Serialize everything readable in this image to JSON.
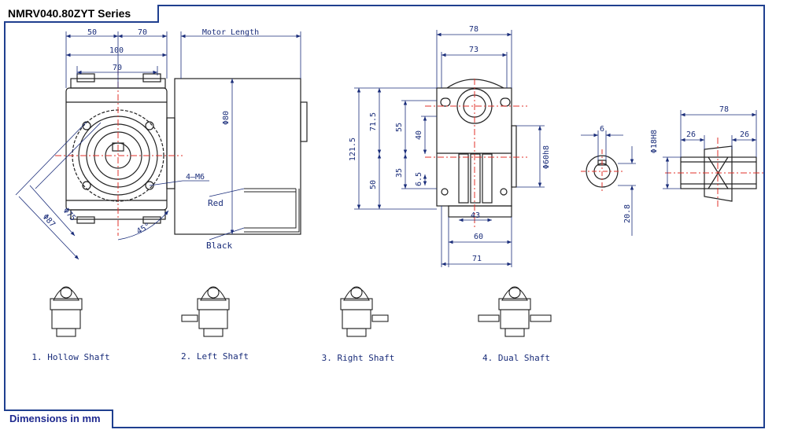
{
  "title": "NMRV040.80ZYT Series",
  "units_note": "Dimensions in mm",
  "front_view": {
    "dim_50": "50",
    "dim_70_top": "70",
    "dim_100": "100",
    "dim_70_inner": "70",
    "motor_length": "Motor Length",
    "dia_80": "Φ80",
    "thread": "4—M6",
    "dia_75": "Φ75",
    "dia_87": "Φ87",
    "angle": "45°",
    "wire_red": "Red",
    "wire_black": "Black"
  },
  "side_view": {
    "dim_78": "78",
    "dim_73": "73",
    "dim_121_5": "121.5",
    "dim_71_5": "71.5",
    "dim_55": "55",
    "dim_40": "40",
    "dim_50": "50",
    "dim_35": "35",
    "dim_6_5": "6.5",
    "dia_60h8": "Φ60h8",
    "dim_43": "43",
    "dim_60": "60",
    "dim_71": "71"
  },
  "shaft_detail": {
    "key_6": "6",
    "dim_20_8": "20.8",
    "dim_78": "78",
    "dim_26_left": "26",
    "dim_26_right": "26",
    "dia_18h8": "Φ18H8"
  },
  "variants": [
    {
      "label": "1. Hollow Shaft"
    },
    {
      "label": "2. Left Shaft"
    },
    {
      "label": "3. Right Shaft"
    },
    {
      "label": "4. Dual Shaft"
    }
  ],
  "colors": {
    "frame": "#1f3f8f",
    "dimension": "#1a2d7a",
    "centerline": "#e0302a",
    "drawing": "#222222"
  }
}
